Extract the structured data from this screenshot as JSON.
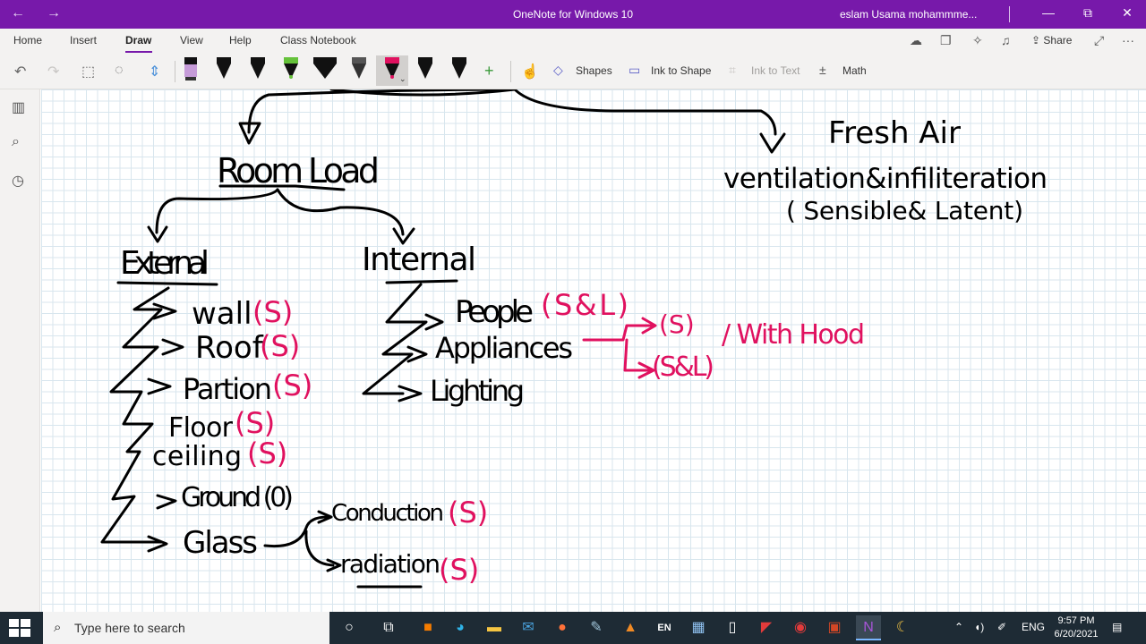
{
  "titlebar": {
    "title": "OneNote for Windows 10",
    "user": "eslam Usama mohammme...",
    "back_glyph": "←",
    "forward_glyph": "→",
    "minimize_glyph": "—",
    "restore_glyph": "⧉",
    "close_glyph": "✕"
  },
  "menu": {
    "tabs": [
      "Home",
      "Insert",
      "Draw",
      "View",
      "Help",
      "Class Notebook"
    ],
    "active": "Draw",
    "share_label": "Share",
    "more_glyph": "···"
  },
  "toolbar": {
    "shapes_label": "Shapes",
    "ink_to_shape_label": "Ink to Shape",
    "ink_to_text_label": "Ink to Text",
    "math_label": "Math"
  },
  "canvas": {
    "ink_color": "#000000",
    "accent_ink_color": "#e0115f",
    "background": "#ffffff",
    "grid_color": "#d8e6ee",
    "texts": {
      "fresh_air": "Fresh Air",
      "ventilation": "ventilation&infiliteration",
      "sensible_latent": "( Sensible& Latent)",
      "room_load": "Room Load",
      "external": "External",
      "internal": "Internal",
      "wall": "wall",
      "roof": "Roof",
      "partion": "Partion",
      "floor": "Floor",
      "ceiling": "ceiling",
      "ground": "Ground (0)",
      "glass": "Glass",
      "conduction": "Conduction",
      "radiation": "radiation",
      "people": "People",
      "appliances": "Appliances",
      "lighting": "Lighting",
      "s_tag": "(S)",
      "sl_tag": "(S&L)",
      "with_hood": "/ With Hood"
    }
  },
  "taskbar": {
    "search_placeholder": "Type here to search",
    "time": "9:57 PM",
    "date": "6/20/2021",
    "language": "ENG"
  },
  "accent_color": "#7719aa"
}
